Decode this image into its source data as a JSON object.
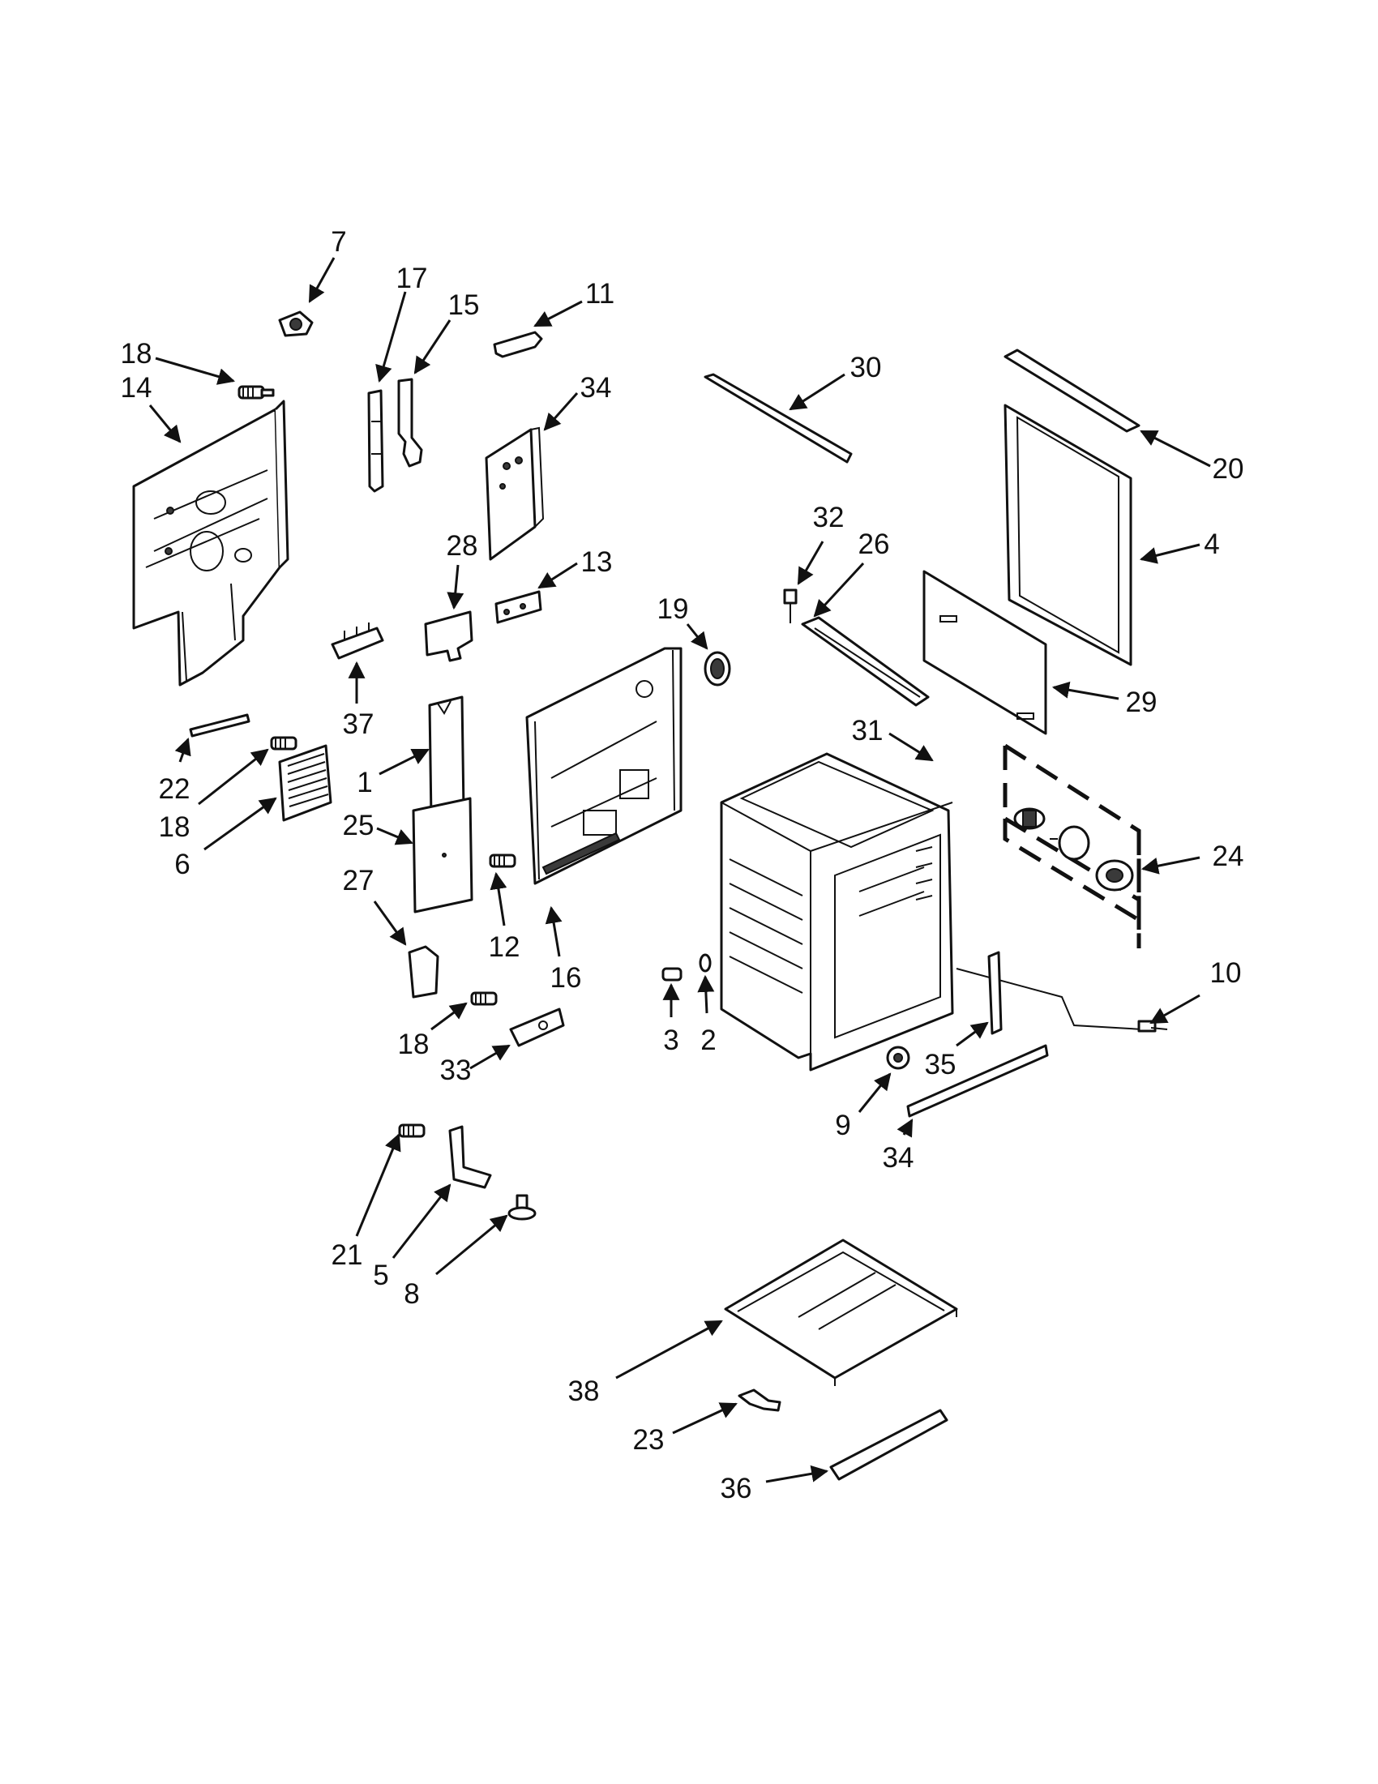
{
  "labels": {
    "l1": "1",
    "l2": "2",
    "l3": "3",
    "l4": "4",
    "l5": "5",
    "l6": "6",
    "l7": "7",
    "l8": "8",
    "l9": "9",
    "l10": "10",
    "l11": "11",
    "l12": "12",
    "l13": "13",
    "l14": "14",
    "l15": "15",
    "l16": "16",
    "l17": "17",
    "l18a": "18",
    "l18b": "18",
    "l18c": "18",
    "l19": "19",
    "l20": "20",
    "l21": "21",
    "l22": "22",
    "l23": "23",
    "l24": "24",
    "l25": "25",
    "l26": "26",
    "l27": "27",
    "l28": "28",
    "l29": "29",
    "l30": "30",
    "l31": "31",
    "l32": "32",
    "l33": "33",
    "l34a": "34",
    "l34b": "34",
    "l35": "35",
    "l36": "36",
    "l37": "37",
    "l38": "38"
  }
}
